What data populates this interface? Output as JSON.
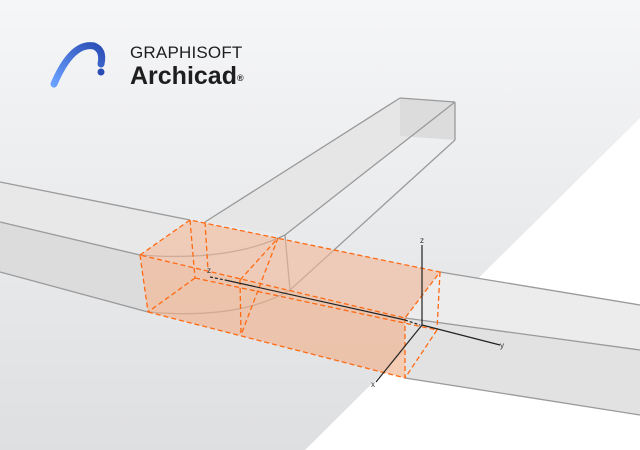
{
  "splash": {
    "company": "GRAPHISOFT",
    "product": "Archicad",
    "registered_mark": "®",
    "logo_icon": "archicad-arc-logo-icon"
  },
  "axes": {
    "x_label": "x",
    "y_label": "y",
    "z_label": "z",
    "z2_label": "z"
  },
  "colors": {
    "logo_blue": "#3b5fc9",
    "highlight_fill": "#f2b896",
    "highlight_stroke": "#ff6a13",
    "beam_stroke": "#9a9a9a",
    "axis": "#222222"
  }
}
